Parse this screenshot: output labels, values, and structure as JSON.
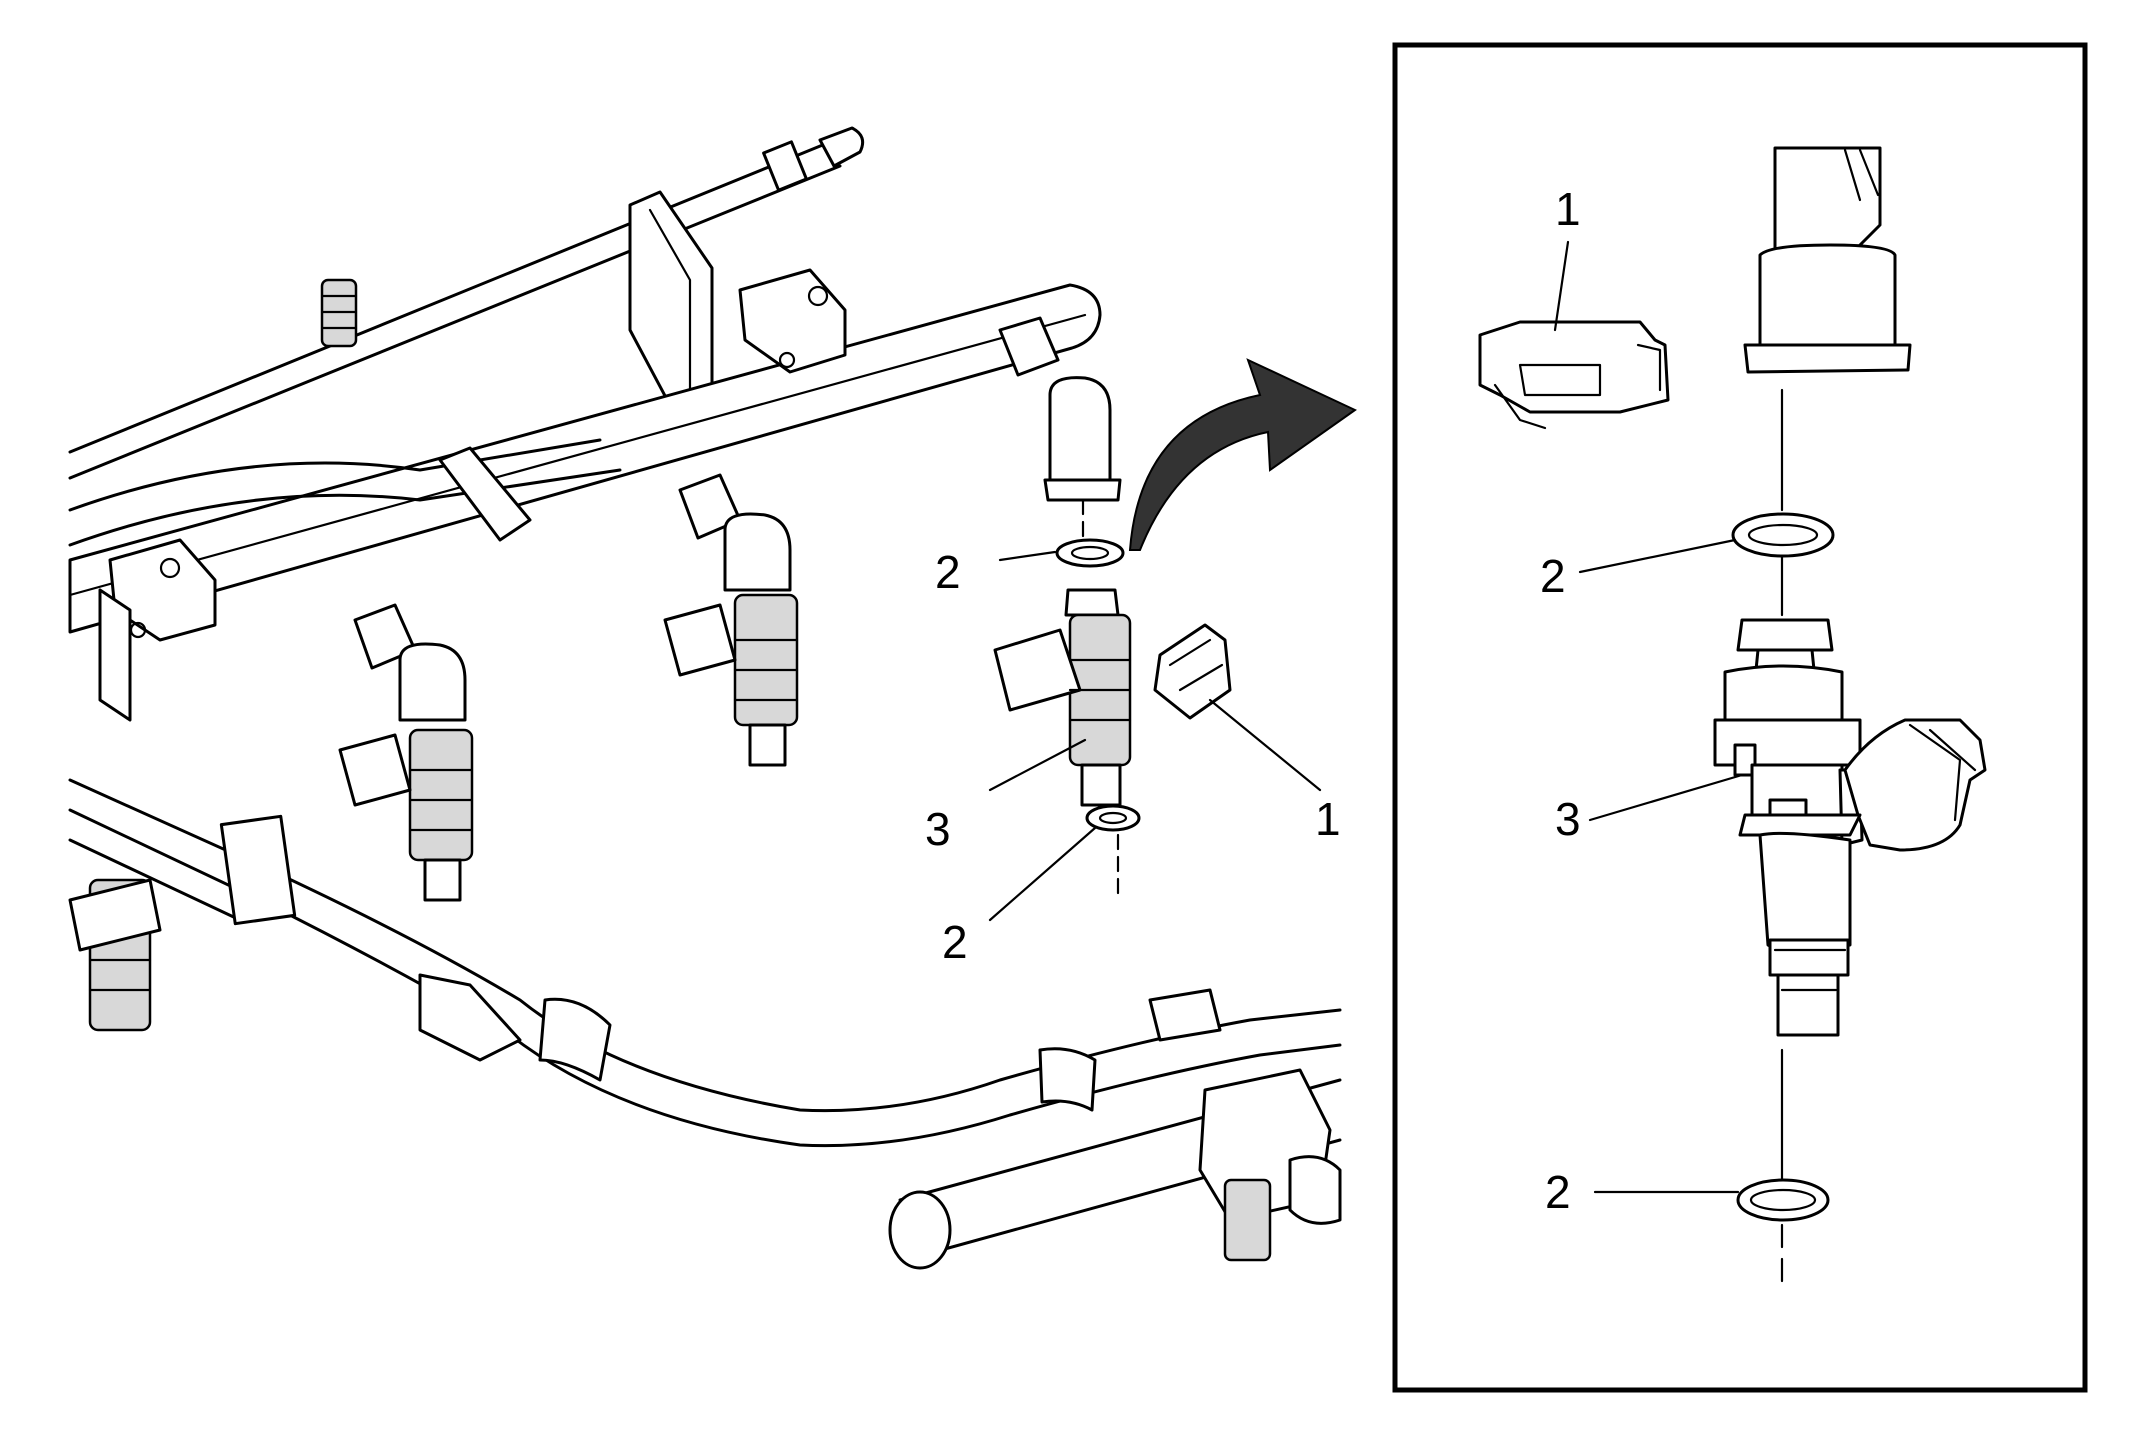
{
  "callouts": {
    "main_clip": "1",
    "main_upper_seal": "2",
    "main_injector": "3",
    "main_lower_seal": "2",
    "detail_clip": "1",
    "detail_upper_seal": "2",
    "detail_injector": "3",
    "detail_lower_seal": "2"
  }
}
